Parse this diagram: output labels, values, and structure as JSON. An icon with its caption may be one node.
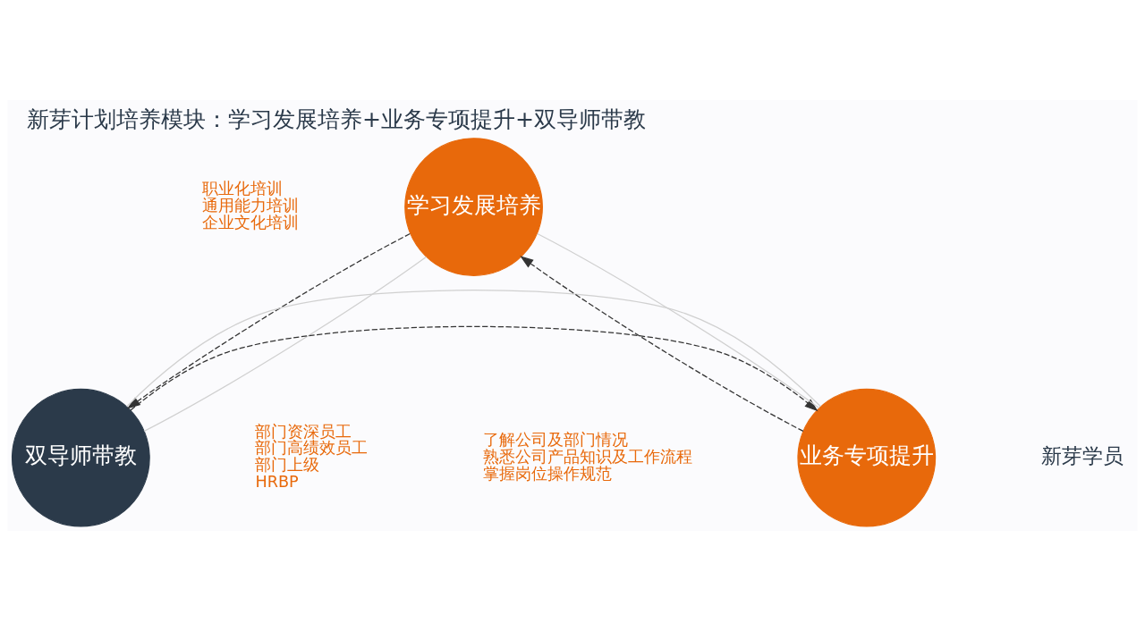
{
  "diagram": {
    "title": "新芽计划培养模块：学习发展培养+业务专项提升+双导师带教",
    "nodes": [
      {
        "text": [
          "学习发展培养"
        ],
        "beside": [
          "职业化培训",
          "通用能力培训",
          "企业文化培训"
        ]
      },
      {
        "text": [
          "双导师带教"
        ],
        "beside": [
          "部门资深员工",
          "部门高绩效员工",
          "部门上级",
          "HRBP"
        ]
      },
      {
        "text": [
          "业务专项提升"
        ],
        "beside": [
          "了解公司及部门情况",
          "熟悉公司产品知识及工作流程",
          "掌握岗位操作规范"
        ]
      }
    ],
    "edges": [
      {
        "from": 0,
        "to": 1,
        "arrow": "to",
        "style": "dashed"
      },
      {
        "from": 1,
        "to": 2,
        "arrow": "to",
        "style": "dashed"
      },
      {
        "from": 2,
        "to": 0,
        "arrow": "to",
        "style": "dashed"
      },
      {
        "from": 0,
        "to": 1,
        "arrow": "none",
        "color": "#d0d0d0"
      },
      {
        "from": 1,
        "to": 2,
        "arrow": "none",
        "color": "#d0d0d0"
      },
      {
        "from": 2,
        "to": 0,
        "arrow": "none",
        "color": "#d0d0d0"
      }
    ],
    "labels": [
      "新芽学员"
    ]
  }
}
